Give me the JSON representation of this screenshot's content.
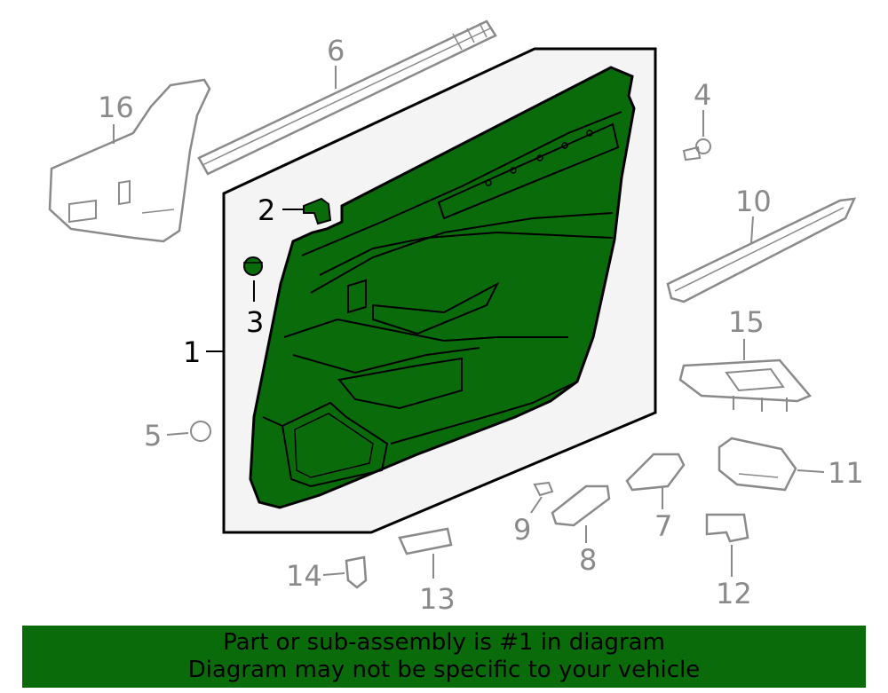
{
  "diagram": {
    "callouts": [
      {
        "number": "1",
        "highlighted": true
      },
      {
        "number": "2",
        "highlighted": true
      },
      {
        "number": "3",
        "highlighted": true
      },
      {
        "number": "4",
        "highlighted": false
      },
      {
        "number": "5",
        "highlighted": false
      },
      {
        "number": "6",
        "highlighted": false
      },
      {
        "number": "7",
        "highlighted": false
      },
      {
        "number": "8",
        "highlighted": false
      },
      {
        "number": "9",
        "highlighted": false
      },
      {
        "number": "10",
        "highlighted": false
      },
      {
        "number": "11",
        "highlighted": false
      },
      {
        "number": "12",
        "highlighted": false
      },
      {
        "number": "13",
        "highlighted": false
      },
      {
        "number": "14",
        "highlighted": false
      },
      {
        "number": "15",
        "highlighted": false
      },
      {
        "number": "16",
        "highlighted": false
      }
    ],
    "colors": {
      "highlight_fill": "#0a6b0a",
      "line_dark": "#000000",
      "line_gray": "#8a8a8a",
      "assembly_background": "#f4f4f4"
    }
  },
  "banner": {
    "line1": "Part or sub-assembly is #1 in diagram",
    "line2": "Diagram may not be specific to your vehicle"
  }
}
